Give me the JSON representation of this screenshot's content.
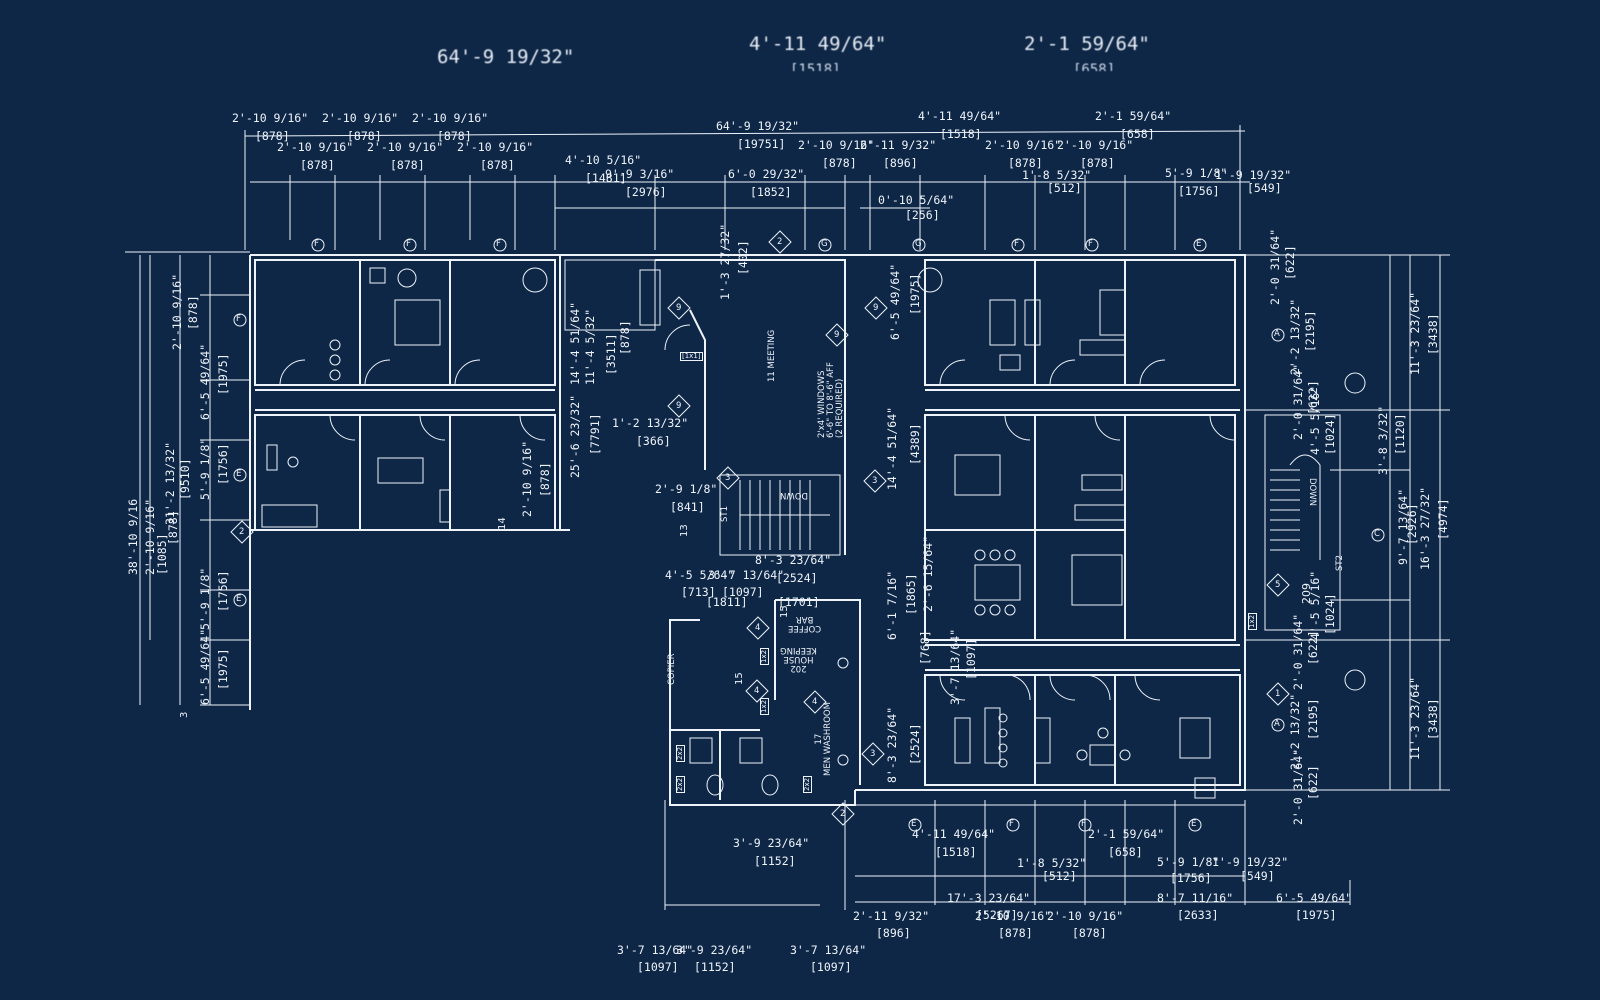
{
  "top_overlay": [
    {
      "dim": "64'-9 19/32\"",
      "mm": ""
    },
    {
      "dim": "4'-11 49/64\"",
      "mm": "[1518]"
    },
    {
      "dim": "2'-1 59/64\"",
      "mm": "[658]"
    }
  ],
  "dims": {
    "top_row1": [
      "2'-10 9/16\"",
      "2'-10 9/16\"",
      "2'-10 9/16\"",
      "64'-9 19/32\"",
      "4'-11 49/64\"",
      "2'-1 59/64\""
    ],
    "top_row1_mm": [
      "[878]",
      "[878]",
      "[878]",
      "[19751]",
      "[1518]",
      "[658]"
    ],
    "top_row2": [
      "2'-10 9/16\"",
      "2'-10 9/16\"",
      "2'-10 9/16\"",
      "2'-10 9/16\"",
      "2'-11 9/32\"",
      "2'-10 9/16\"",
      "2'-10 9/16\""
    ],
    "top_row2_mm": [
      "[878]",
      "[878]",
      "[878]",
      "[878]",
      "[896]",
      "[878]",
      "[878]"
    ],
    "top_row3": [
      "4'-10 5/16\"",
      "9'-9 3/16\"",
      "6'-0 29/32\"",
      "1'-8 5/32\"",
      "5'-9 1/8\"",
      "1'-9 19/32\"",
      "0'-10 5/64\""
    ],
    "top_row3_mm": [
      "[1481]",
      "[2976]",
      "[1852]",
      "[512]",
      "[1756]",
      "[549]",
      "[256]"
    ],
    "left": [
      "38'-10 9/16",
      "2'-10 9/16\"",
      "31'-2 13/32\"",
      "6'-5 49/64\"",
      "5'-9 1/8\"",
      "5'-9 1/8\"",
      "6'-5 49/64\"",
      "2'-10 9/16\""
    ],
    "left_mm": [
      "[1085]",
      "[878]",
      "[9510]",
      "[1975]",
      "[1756]",
      "[1756]",
      "[1975]",
      "[878]"
    ],
    "right": [
      "2'-0 31/64\"",
      "2'-2 13/32\"",
      "11'-3 23/64\"",
      "2'-0 31/64\"",
      "3'-8 3/32\"",
      "16'-3 27/32\"",
      "9'-7 13/64\"",
      "2'-0 31/64\"",
      "2'-2 13/32\"",
      "11'-3 23/64\"",
      "2'-0 31/64\""
    ],
    "right_mm": [
      "[622]",
      "[2195]",
      "[3438]",
      "[622]",
      "[1120]",
      "[4974]",
      "[2926]",
      "[622]",
      "[2195]",
      "[3438]",
      "[622]"
    ],
    "inner": [
      "1'-3 27/32\"",
      "6'-5 49/64\"",
      "14'-4 51/64\"",
      "25'-6 23/32\"",
      "1'-2 13/32\"",
      "2'-9 1/8\"",
      "8'-3 23/64\"",
      "4'-5 5/64\"",
      "3'-7 13/64\"",
      "2'-6 15/64\"",
      "6'-1 7/16\"",
      "8'-3 23/64\"",
      "2'-10 9/16\"",
      "14'-4 51/64\"",
      "11'-4 5/32\"",
      "4'-5 5/16\""
    ],
    "inner_mm": [
      "[402]",
      "[1975]",
      "[4389]",
      "[7791]",
      "[366]",
      "[841]",
      "[2524]",
      "[713]",
      "[1097]",
      "[1865]",
      "[768]",
      "[2524]",
      "[878]",
      "[4389]",
      "[3511]",
      "[1024]",
      "[1811]",
      "[1701]",
      "[1097]",
      "[1024]"
    ],
    "bottom_row1": [
      "4'-11 49/64\"",
      "2'-1 59/64\"",
      "3'-9 23/64\"",
      "1'-8 5/32\"",
      "5'-9 1/8\"",
      "1'-9 19/32\""
    ],
    "bottom_row1_mm": [
      "[1518]",
      "[658]",
      "[1152]",
      "[512]",
      "[1756]",
      "[549]"
    ],
    "bottom_row2": [
      "17'-3 23/64\"",
      "8'-7 11/16\"",
      "6'-5 49/64\"",
      "2'-11 9/32\"",
      "2'-10 9/16\"",
      "2'-10 9/16\""
    ],
    "bottom_row2_mm": [
      "[5267]",
      "[2633]",
      "[1975]",
      "[896]",
      "[878]",
      "[878]"
    ],
    "bottom_row3": [
      "3'-7 13/64\"",
      "3'-9 23/64\"",
      "3'-7 13/64\""
    ],
    "bottom_row3_mm": [
      "[1097]",
      "[1152]",
      "[1097]"
    ]
  },
  "room_labels": {
    "meeting_num": "11",
    "meeting": "MEETING",
    "windows": "2'x4' WINDOWS\n6'-6\" TO 8'-6\" AFF\n(2 REQUIRED)",
    "down1": "DOWN",
    "down2": "DOWN",
    "st1": "ST1",
    "st2": "ST2",
    "room209": "209",
    "coffee_bar": "COFFEE\nBAR",
    "housekeeping": "202\nHOUSE\nKEEPING",
    "men_washroom": "17\nMEN WASHROOM",
    "copier": "COPIER",
    "n13": "13",
    "n14": "14",
    "n15a": "15",
    "n15b": "15",
    "n3": "3",
    "n3b": "3"
  },
  "tags": {
    "grid_letters": [
      "F",
      "F",
      "F",
      "G",
      "G",
      "F",
      "F",
      "E",
      "E",
      "E",
      "A",
      "C",
      "A",
      "E",
      "F",
      "F",
      "E",
      "E"
    ],
    "diamonds": [
      "9",
      "9",
      "9",
      "9",
      "2",
      "3",
      "2",
      "3",
      "4",
      "3",
      "4",
      "2",
      "5",
      "1",
      "3",
      "2"
    ],
    "small_boxes": [
      "[1x1]",
      "1x2",
      "1x2",
      "1x2",
      "1x2",
      "2x2",
      "2x2",
      "2x2",
      "2x2"
    ]
  },
  "colors": {
    "background": "#0e2747",
    "linework": "#eef3f9"
  }
}
